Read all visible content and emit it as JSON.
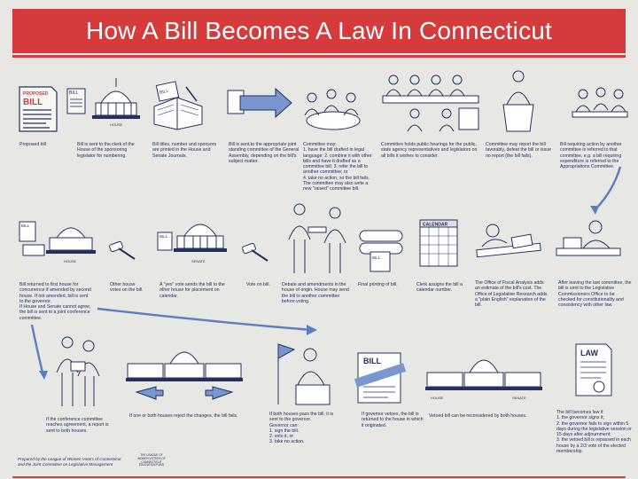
{
  "title": "How A Bill Becomes A Law In Connecticut",
  "steps": {
    "s1": "Proposed bill",
    "s2": "Bill is sent to the clerk of the House of the sponsoring legislator for numbering.",
    "s3": "Bill titles, number and sponsors are printed in the House and Senate Journals.",
    "s4": "Bill is sent to the appropriate joint standing committee of the General Assembly, depending on the bill's subject matter.",
    "s5": "Committee may:\n1. have the bill drafted in legal language; 2. combine it with other bills and have it drafted as a committee bill; 3. refer the bill to another committee; or\n4. take no action, so the bill fails.\nThe committee may also write a new \"raised\" committee bill.",
    "s6": "Committee holds public hearings for the public, state agency representatives and legislators on all bills it wishes to consider.",
    "s7": "Committee may report the bill favorably, defeat the bill or issue no report (the bill fails).",
    "s8": "Bill requiring action by another committee is referred to that committee, e.g. a bill requiring expenditure is referred to the Appropriations Committee.",
    "s9": "Bill returned to first house for concurrence if amended by second house. If not amended, bill is sent to the governor.\nIf House and Senate cannot agree, the bill is sent to a joint conference committee.",
    "s10": "Other house votes on the bill.",
    "s11": "A \"yes\" vote sends the bill to the other house for placement on calendar.",
    "s12": "Vote on bill.",
    "s13": "Debate and amendments in the house of origin. House may send the bill to another committee before voting.",
    "s14": "Final printing of bill.",
    "s15": "Clerk assigns the bill a calendar number.",
    "s16": "The Office of Fiscal Analysis adds an estimate of the bill's cost. The Office of Legislative Research adds a \"plain English\" explanation of the bill.",
    "s17": "After leaving the last committee, the bill is sent to the Legislative Commissioners Office to be checked for constitutionality and consistency with other law.",
    "s18": "If the conference committee reaches agreement, a report is sent to both houses.",
    "s19": "If one or both houses reject the changes, the bill fails.",
    "s20": "If both houses pass the bill, it is sent to the governor.\nGovernor can:\n1. sign the bill.\n2. veto it, or\n3. take no action.",
    "s21": "If governor vetoes, the bill is returned to the house in which it originated.",
    "s22": "Vetoed bill can be reconsidered by both houses.",
    "s23": "The bill becomes law if\n1. the governor signs it;\n2. the governor fails to sign within 5 days during the legislative session or 15 days after adjournment;\n3. the vetoed bill is repassed in each house by a 2/3 vote of the elected membership."
  },
  "labels": {
    "proposed": "PROPOSED",
    "bill": "BILL",
    "house": "HOUSE",
    "senate": "SENATE",
    "calendar": "CALENDAR",
    "law": "LAW"
  },
  "footer": "Prepared by the League of Women Voters of Connecticut and the Joint Committee on Legislative Management",
  "logo_text": "THE LEAGUE OF\nWOMEN VOTERS OF\nCONNECTICUT\nEDUCATION FUND",
  "colors": {
    "banner": "#d63b3b",
    "ink": "#233063",
    "arrow": "#5a7ec0",
    "background": "#e7e7e3"
  }
}
